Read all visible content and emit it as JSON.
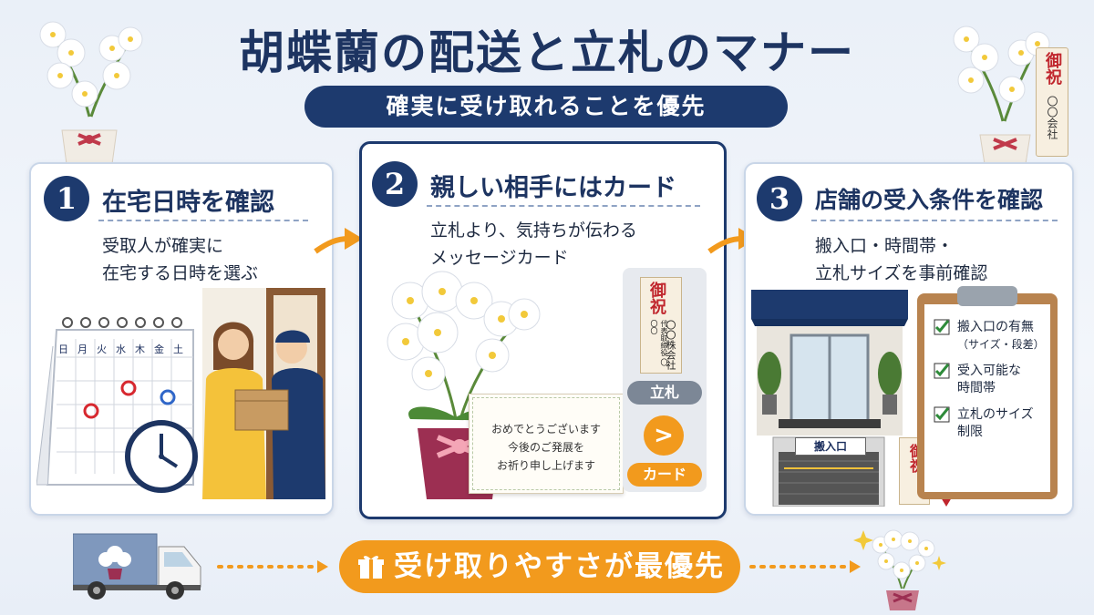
{
  "title": "胡蝶蘭の配送と立札のマナー",
  "subtitle": "確実に受け取れることを優先",
  "steps": [
    {
      "num": "1",
      "title": "在宅日時を確認",
      "desc": [
        "受取人が確実に",
        "在宅する日時を選ぶ"
      ]
    },
    {
      "num": "2",
      "title": "親しい相手にはカード",
      "desc": [
        "立札より、気持ちが伝わる",
        "メッセージカード"
      ]
    },
    {
      "num": "3",
      "title": "店舗の受入条件を確認",
      "desc": [
        "搬入口・時間帯・",
        "立札サイズを事前確認"
      ]
    }
  ],
  "calendar": {
    "days": [
      "日",
      "月",
      "火",
      "水",
      "木",
      "金",
      "土"
    ]
  },
  "card_message": [
    "おめでとうございます",
    "今後のご発展を",
    "お祈り申し上げます"
  ],
  "tatefuda": {
    "big": "御祝",
    "company": "〇〇株会社",
    "role": "代表取締役 〇〇〇",
    "label": "立札",
    "arrow": ">",
    "card_label": "カード"
  },
  "corner_tag": {
    "big": "御祝",
    "small": "〇〇会社"
  },
  "store": {
    "entrance": "搬入口",
    "tag": "御祝"
  },
  "checklist": [
    {
      "line1": "搬入口の有無",
      "line2": "（サイズ・段差）"
    },
    {
      "line1": "受入可能な",
      "line2": "時間帯"
    },
    {
      "line1": "立札のサイズ",
      "line2": "制限"
    }
  ],
  "banner": "受け取りやすさが最優先",
  "colors": {
    "navy": "#1d3a6e",
    "orange": "#f29a1d",
    "red": "#d7282f",
    "blue": "#2f66c8"
  }
}
